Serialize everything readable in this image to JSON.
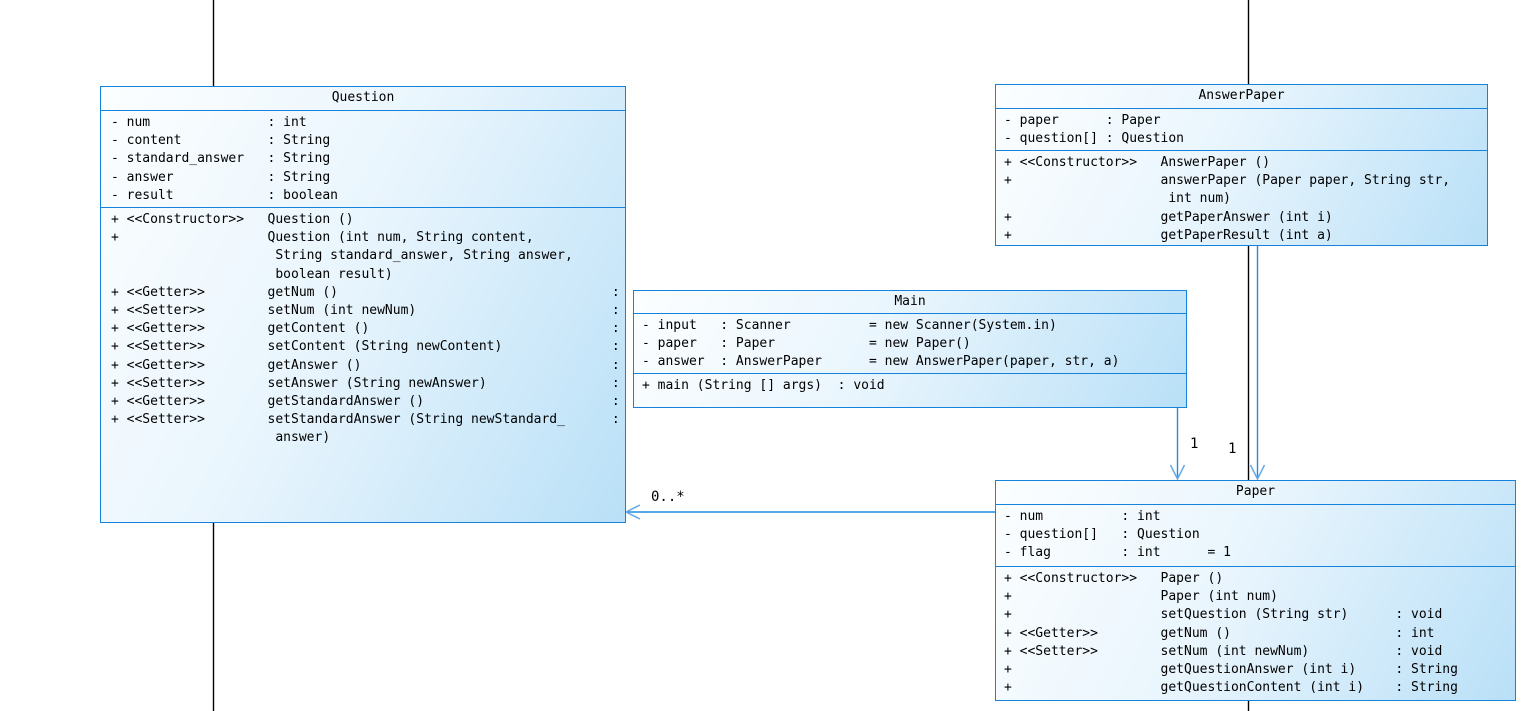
{
  "diagram": {
    "classes": [
      {
        "name": "Question",
        "attributes": [
          "- num               : int",
          "- content           : String",
          "- standard_answer   : String",
          "- answer            : String",
          "- result            : boolean"
        ],
        "methods": [
          "+ <<Constructor>>   Question ()",
          "+                   Question (int num, String content,",
          "                     String standard_answer, String answer,",
          "                     boolean result)",
          "+ <<Getter>>        getNum ()                                   :",
          "+ <<Setter>>        setNum (int newNum)                         :",
          "+ <<Getter>>        getContent ()                               :",
          "+ <<Setter>>        setContent (String newContent)              :",
          "+ <<Getter>>        getAnswer ()                                :",
          "+ <<Setter>>        setAnswer (String newAnswer)                :",
          "+ <<Getter>>        getStandardAnswer ()                        :",
          "+ <<Setter>>        setStandardAnswer (String newStandard_      :",
          "                     answer)"
        ]
      },
      {
        "name": "AnswerPaper",
        "attributes": [
          "- paper      : Paper",
          "- question[] : Question"
        ],
        "methods": [
          "+ <<Constructor>>   AnswerPaper ()",
          "+                   answerPaper (Paper paper, String str,",
          "                     int num)",
          "+                   getPaperAnswer (int i)",
          "+                   getPaperResult (int a)"
        ]
      },
      {
        "name": "Main",
        "attributes": [
          "- input   : Scanner          = new Scanner(System.in)",
          "- paper   : Paper            = new Paper()",
          "- answer  : AnswerPaper      = new AnswerPaper(paper, str, a)"
        ],
        "methods": [
          "+ main (String [] args)  : void"
        ]
      },
      {
        "name": "Paper",
        "attributes": [
          "- num          : int",
          "- question[]   : Question",
          "- flag         : int      = 1"
        ],
        "methods": [
          "+ <<Constructor>>   Paper ()",
          "+                   Paper (int num)",
          "+                   setQuestion (String str)      : void",
          "+ <<Getter>>        getNum ()                     : int",
          "+ <<Setter>>        setNum (int newNum)           : void",
          "+                   getQuestionAnswer (int i)     : String",
          "+                   getQuestionContent (int i)    : String"
        ]
      }
    ],
    "associations": [
      {
        "from": "Main",
        "to": "Paper",
        "label": "1"
      },
      {
        "from": "AnswerPaper",
        "to": "Paper",
        "label": "1"
      },
      {
        "from": "Paper",
        "to": "Question",
        "label": "0..*"
      }
    ],
    "colors": {
      "box_border": "#1583DC",
      "box_fill_start": "#FCFEFF",
      "box_fill_end": "#B9E0F7",
      "association_line": "#1E8CE0",
      "arrowhead": "#63A9E8",
      "crossing_line": "#000000"
    }
  }
}
